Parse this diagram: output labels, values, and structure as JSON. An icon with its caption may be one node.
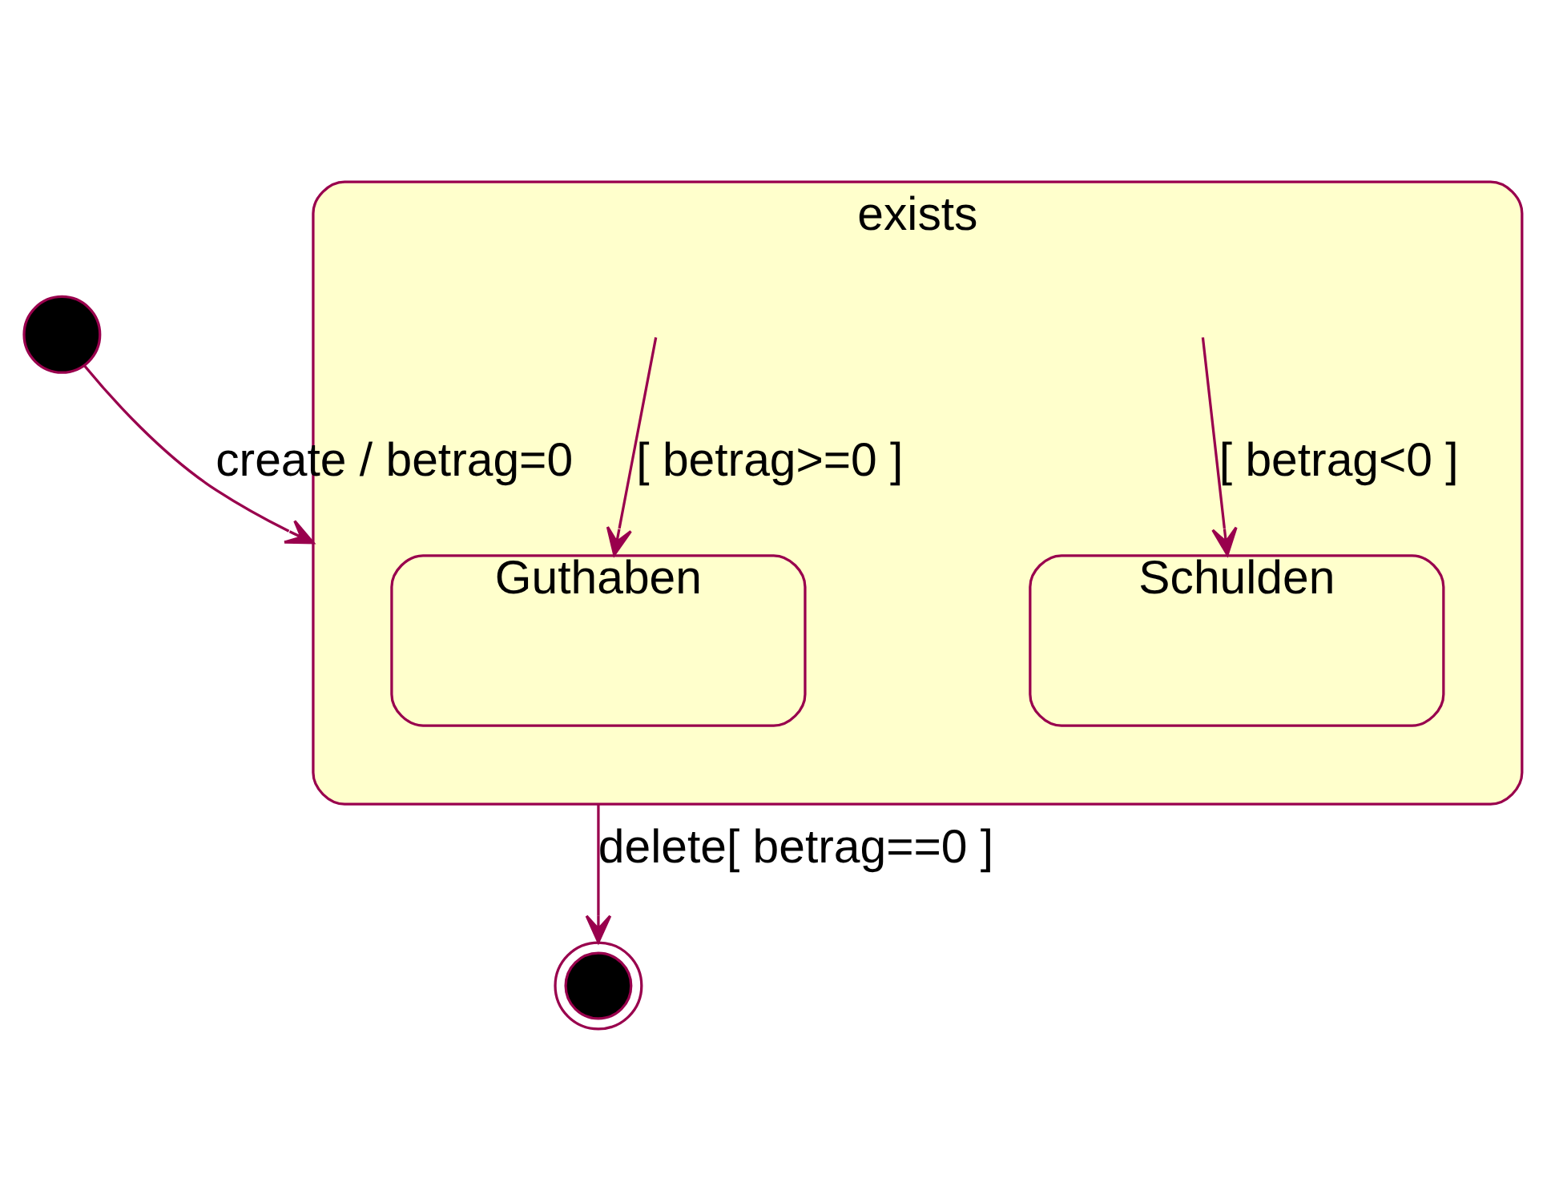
{
  "diagram": {
    "nodes": [
      {
        "text": [],
        "shape": "circle"
      },
      {
        "text": [
          "exists"
        ]
      },
      {
        "text": [
          "Guthaben"
        ],
        "in": 1
      },
      {
        "text": [
          "Schulden"
        ],
        "in": 1
      },
      {
        "text": [],
        "shape": "circle"
      }
    ],
    "edges": [
      {
        "from": 0,
        "to": 1,
        "arrow": "to",
        "label": "create / betrag=0"
      },
      {
        "from": null,
        "to": 2,
        "arrow": "to",
        "label": "[ betrag>=0 ]"
      },
      {
        "from": null,
        "to": 3,
        "arrow": "to",
        "label": "[ betrag<0 ]"
      },
      {
        "from": 1,
        "to": 4,
        "arrow": "to",
        "label": "delete[ betrag==0 ]"
      }
    ]
  }
}
